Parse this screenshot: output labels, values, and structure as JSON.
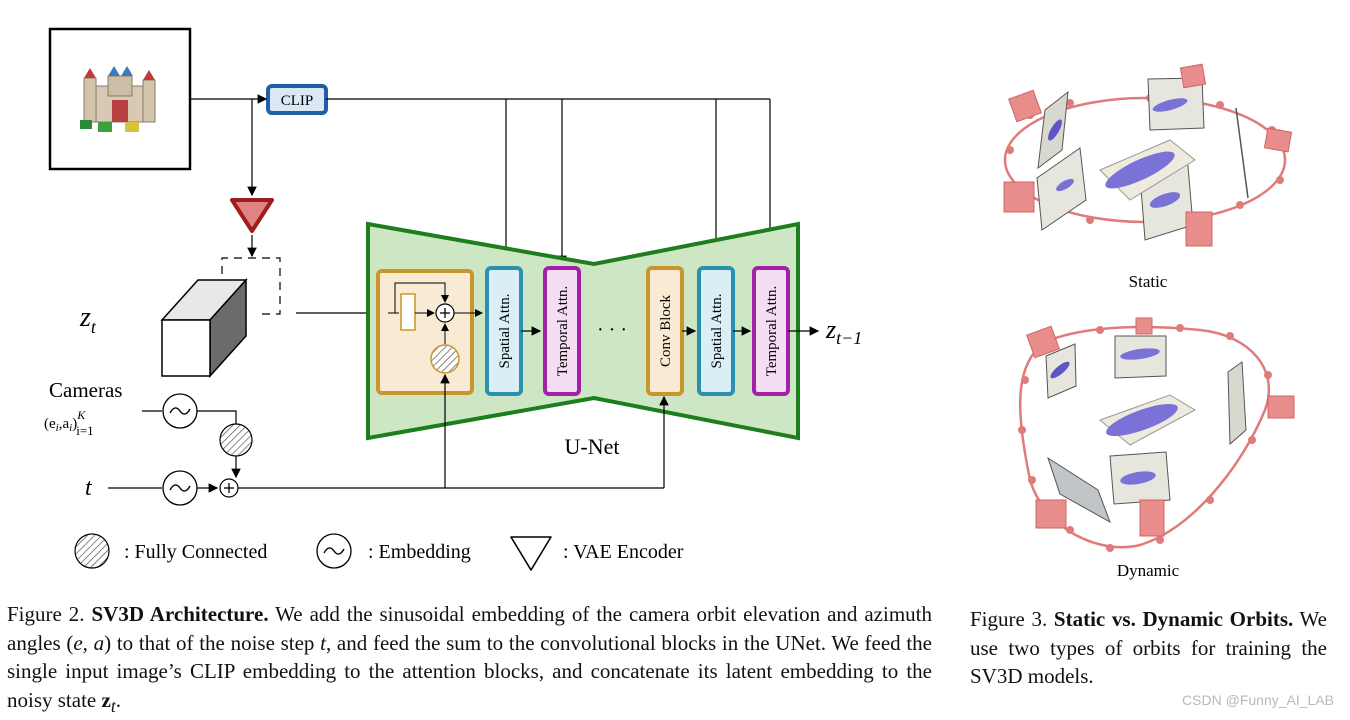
{
  "figure2": {
    "clip_label": "CLIP",
    "zt_label": "z",
    "zt_sub": "t",
    "zt1_label": "z",
    "zt1_sub": "t−1",
    "cameras_label": "Cameras",
    "cameras_formula": "(e",
    "cameras_formula_i1": "i",
    "cameras_formula_mid": ",a",
    "cameras_formula_i2": "i",
    "cameras_formula_close": ")",
    "cameras_formula_sup": "K",
    "cameras_formula_sub": "i=1",
    "t_label": "t",
    "unet_label": "U-Net",
    "blocks": {
      "spatial_attn_1": "Spatial Attn.",
      "temporal_attn_1": "Temporal Attn.",
      "dots": "· · ·",
      "conv_block": "Conv Block",
      "spatial_attn_2": "Spatial Attn.",
      "temporal_attn_2": "Temporal Attn."
    },
    "legend": {
      "fully_connected": ": Fully Connected",
      "embedding": ": Embedding",
      "vae_encoder": ": VAE Encoder"
    },
    "caption": {
      "prefix": "Figure 2. ",
      "title": "SV3D Architecture.",
      "body_1": " We add the sinusoidal embedding of the camera orbit elevation and azimuth angles (",
      "ea": "e, a",
      "body_2": ") to that of the noise step ",
      "t": "t",
      "body_3": ", and feed the sum to the convolutional blocks in the UNet. We feed the single input image’s CLIP embedding to the attention blocks, and concatenate its latent embedding to the noisy state ",
      "z": "z",
      "z_sub": "t",
      "end": "."
    }
  },
  "figure3": {
    "static_label": "Static",
    "dynamic_label": "Dynamic",
    "caption": {
      "prefix": "Figure 3. ",
      "title": "Static vs. Dynamic Orbits.",
      "body": " We use two types of orbits for training the SV3D models."
    }
  },
  "watermark": "CSDN @Funny_AI_LAB",
  "colors": {
    "unet_fill": "#cde6c4",
    "unet_border": "#1c7e1c",
    "clip_border": "#1f5fa8",
    "clip_fill": "#dbe7f5",
    "res_border": "#c8962b",
    "res_fill": "#f8ead3",
    "spatial_border": "#2b8fb0",
    "spatial_fill": "#d9eef5",
    "temporal_border": "#a320a8",
    "temporal_fill": "#f5ddf3",
    "vae_border": "#9e1d1d",
    "vae_fill": "#e08484",
    "orbit": "#e07b7b",
    "camera": "#e88c8c"
  }
}
